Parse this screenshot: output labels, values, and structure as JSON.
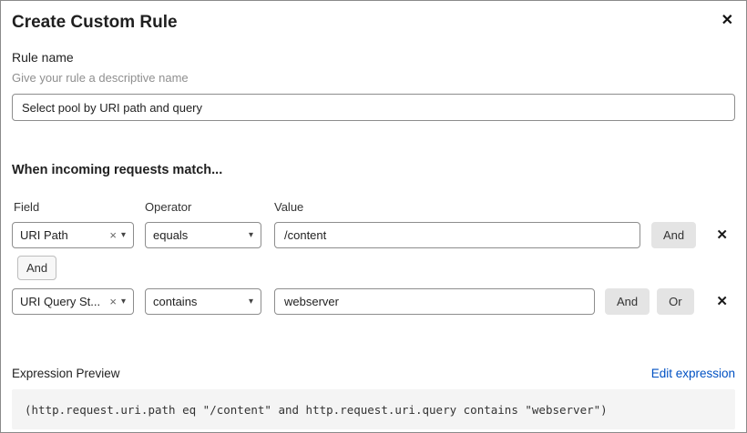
{
  "dialog": {
    "title": "Create Custom Rule"
  },
  "icons": {
    "close": "✕",
    "clear": "×",
    "chevron": "▾",
    "delete": "✕"
  },
  "rule_name": {
    "label": "Rule name",
    "helper": "Give your rule a descriptive name",
    "value": "Select pool by URI path and query"
  },
  "match": {
    "heading": "When incoming requests match...",
    "columns": {
      "field": "Field",
      "operator": "Operator",
      "value": "Value"
    },
    "rows": [
      {
        "field": "URI Path",
        "operator": "equals",
        "value": "/content"
      },
      {
        "field": "URI Query St...",
        "operator": "contains",
        "value": "webserver"
      }
    ],
    "connector_label": "And",
    "and_label": "And",
    "or_label": "Or"
  },
  "expression": {
    "label": "Expression Preview",
    "edit_link": "Edit expression",
    "code": "(http.request.uri.path eq \"/content\" and http.request.uri.query contains \"webserver\")"
  },
  "colors": {
    "link": "#0051c3",
    "button_bg": "#e4e4e4",
    "code_bg": "#f4f4f4"
  }
}
